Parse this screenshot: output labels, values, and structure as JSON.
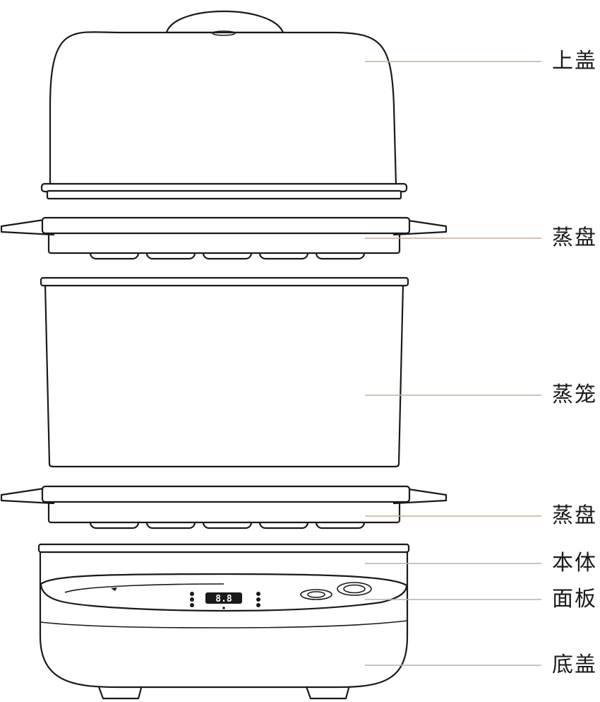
{
  "labels": {
    "lid": "上盖",
    "tray_upper": "蒸盘",
    "basket": "蒸笼",
    "tray_lower": "蒸盘",
    "body": "本体",
    "panel": "面板",
    "base_cover": "底盖"
  },
  "display_readout": "8.8",
  "colors": {
    "leader_line": "#c2b19a",
    "outline": "#1a1a1a",
    "background": "#ffffff"
  }
}
